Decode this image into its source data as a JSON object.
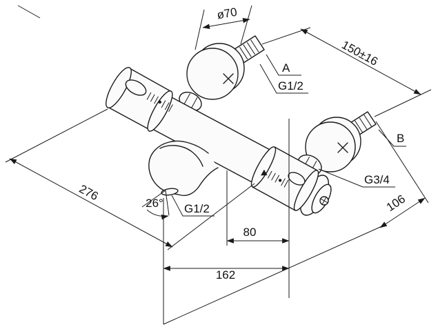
{
  "page": {
    "background": "#ffffff",
    "ink": "#1a1a1a"
  },
  "labels": {
    "flange_diameter": "ø70",
    "connection_spacing": "150±16",
    "connection_a": "A",
    "connection_a_thread": "G1/2",
    "connection_b": "B",
    "connection_b_thread": "G3/4",
    "wall_depth": "106",
    "overall_length": "276",
    "spout_angle": "26°",
    "spout_thread": "G1/2",
    "spout_offset": "80",
    "spout_reach": "162"
  }
}
